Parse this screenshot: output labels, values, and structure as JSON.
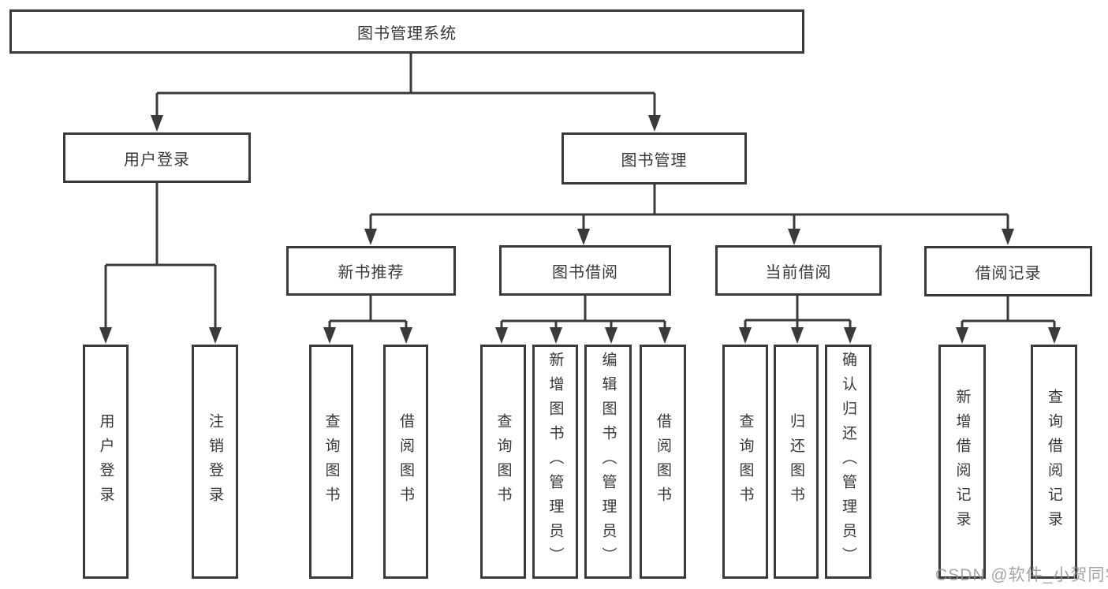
{
  "diagram": {
    "type": "tree",
    "root": {
      "label": "图书管理系统"
    },
    "level2": [
      {
        "label": "用户登录"
      },
      {
        "label": "图书管理"
      }
    ],
    "level3": [
      {
        "label": "新书推荐"
      },
      {
        "label": "图书借阅"
      },
      {
        "label": "当前借阅"
      },
      {
        "label": "借阅记录"
      }
    ],
    "leaves": [
      {
        "label": "用户登录",
        "parent": "用户登录"
      },
      {
        "label": "注销登录",
        "parent": "用户登录"
      },
      {
        "label": "查询图书",
        "parent": "新书推荐"
      },
      {
        "label": "借阅图书",
        "parent": "新书推荐"
      },
      {
        "label": "查询图书",
        "parent": "图书借阅"
      },
      {
        "label": "新增图书（管理员）",
        "parent": "图书借阅"
      },
      {
        "label": "编辑图书（管理员）",
        "parent": "图书借阅"
      },
      {
        "label": "借阅图书",
        "parent": "图书借阅"
      },
      {
        "label": "查询图书",
        "parent": "当前借阅"
      },
      {
        "label": "归还图书",
        "parent": "当前借阅"
      },
      {
        "label": "确认归还（管理员）",
        "parent": "当前借阅"
      },
      {
        "label": "新增借阅记录",
        "parent": "借阅记录"
      },
      {
        "label": "查询借阅记录",
        "parent": "借阅记录"
      }
    ],
    "colors": {
      "line": "#3a3a3a",
      "text": "#383838",
      "watermark": "#919191"
    }
  },
  "watermark": "CSDN @软件_小贺同学"
}
